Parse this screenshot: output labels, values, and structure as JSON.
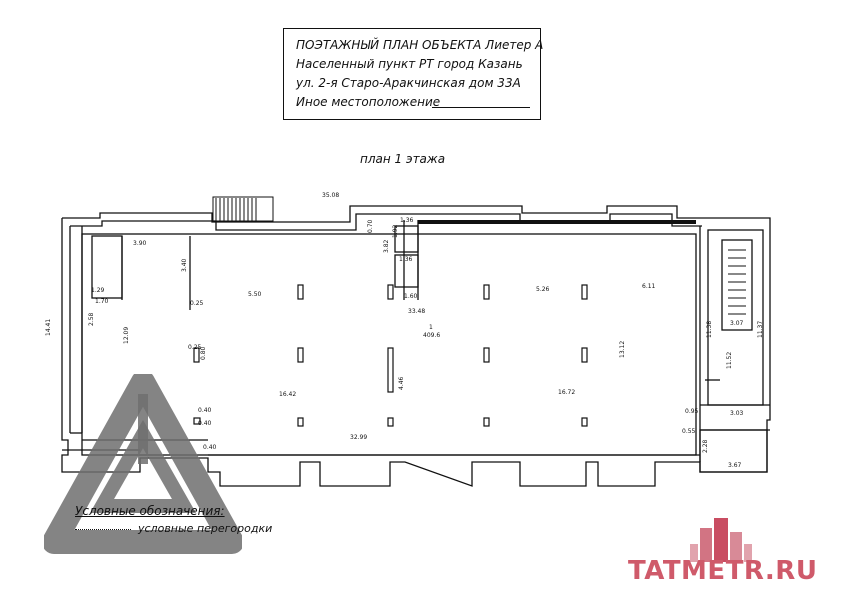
{
  "stamp": {
    "lines": [
      "ПОЭТАЖНЫЙ ПЛАН ОБЪЕКТА Лиетер А",
      "Населенный пункт  РТ   город Казань",
      "ул. 2-я Старо-Аракчинская дом 33А",
      "Иное местоположение"
    ]
  },
  "plan": {
    "subtitle": "план 1 этажа",
    "dimensions": [
      "35.08",
      "3.90",
      "3.40",
      "5.50",
      "0.25",
      "14.41",
      "2.58",
      "12.09",
      "0.25",
      "0.80",
      "16.42",
      "0.40",
      "0.40",
      "0.40",
      "32.99",
      "4.46",
      "33.48",
      "1.36",
      "1.92",
      "1.36",
      "1.60",
      "0.70",
      "3.82",
      "5.26",
      "6.11",
      "16.72",
      "13.12",
      "11.38",
      "3.07",
      "11.37",
      "11.52",
      "0.95",
      "3.03",
      "0.55",
      "2.28",
      "3.67",
      "1.70",
      "1.29"
    ],
    "room_number": "1",
    "room_area": "409.6"
  },
  "legend": {
    "title": "Условные обозначения:",
    "item": "условные перегородки"
  },
  "branding": {
    "watermark_text": "TATMETR.RU",
    "color": "#cf5a6a",
    "logo": "triangle-logo-watermark"
  }
}
